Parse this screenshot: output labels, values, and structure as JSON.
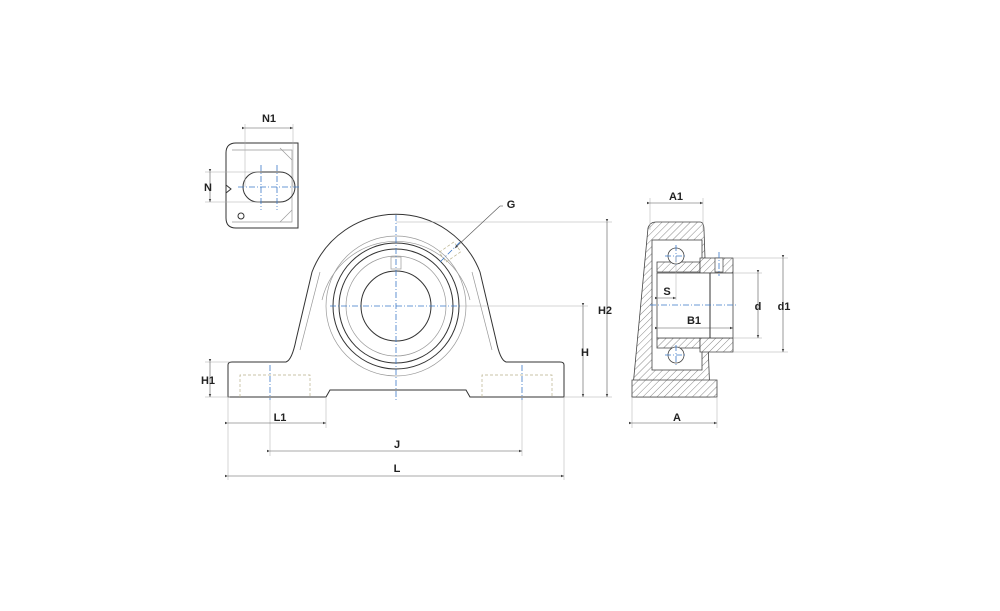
{
  "dimensions": {
    "N1": "N1",
    "N": "N",
    "G": "G",
    "H2": "H2",
    "H": "H",
    "H1": "H1",
    "L1": "L1",
    "J": "J",
    "L": "L",
    "A1": "A1",
    "A": "A",
    "S": "S",
    "B1": "B1",
    "d": "d",
    "d1": "d1"
  },
  "colors": {
    "centerline": "#3a78c8",
    "outline": "#333333",
    "hidden": "#b8b08a"
  }
}
